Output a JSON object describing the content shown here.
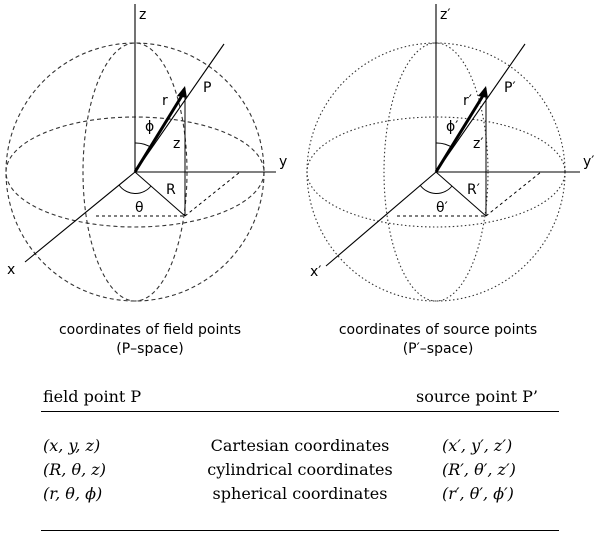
{
  "left_diagram": {
    "axis_z": "z",
    "axis_y": "y",
    "axis_x": "x",
    "point": "P",
    "r": "r",
    "phi": "ϕ",
    "z_seg": "z",
    "R": "R",
    "theta": "θ",
    "caption_line1": "coordinates of field points",
    "caption_line2": "(P–space)",
    "sphere_line_style": "dashed"
  },
  "right_diagram": {
    "axis_z": "z′",
    "axis_y": "y′",
    "axis_x": "x′",
    "point": "P′",
    "r": "r′",
    "phi": "ϕ′",
    "z_seg": "z′",
    "R": "R′",
    "theta": "θ′",
    "caption_line1": "coordinates of source points",
    "caption_line2": "(P′–space)",
    "sphere_line_style": "dotted"
  },
  "table": {
    "header_left": "field point P",
    "header_right": "source point P’",
    "rows": [
      {
        "field": "(x, y, z)",
        "name": "Cartesian coordinates",
        "source": "(x′, y′, z′)"
      },
      {
        "field": "(R, θ, z)",
        "name": "cylindrical coordinates",
        "source": "(R′, θ′, z′)"
      },
      {
        "field": "(r, θ, ϕ)",
        "name": "spherical coordinates",
        "source": "(r′, θ′, ϕ′)"
      }
    ]
  }
}
